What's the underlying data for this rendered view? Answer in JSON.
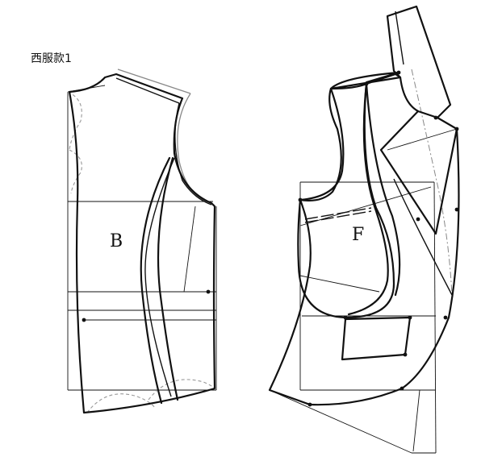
{
  "caption": "西服款1",
  "panels": {
    "back": {
      "label": "B"
    },
    "front": {
      "label": "F"
    }
  }
}
